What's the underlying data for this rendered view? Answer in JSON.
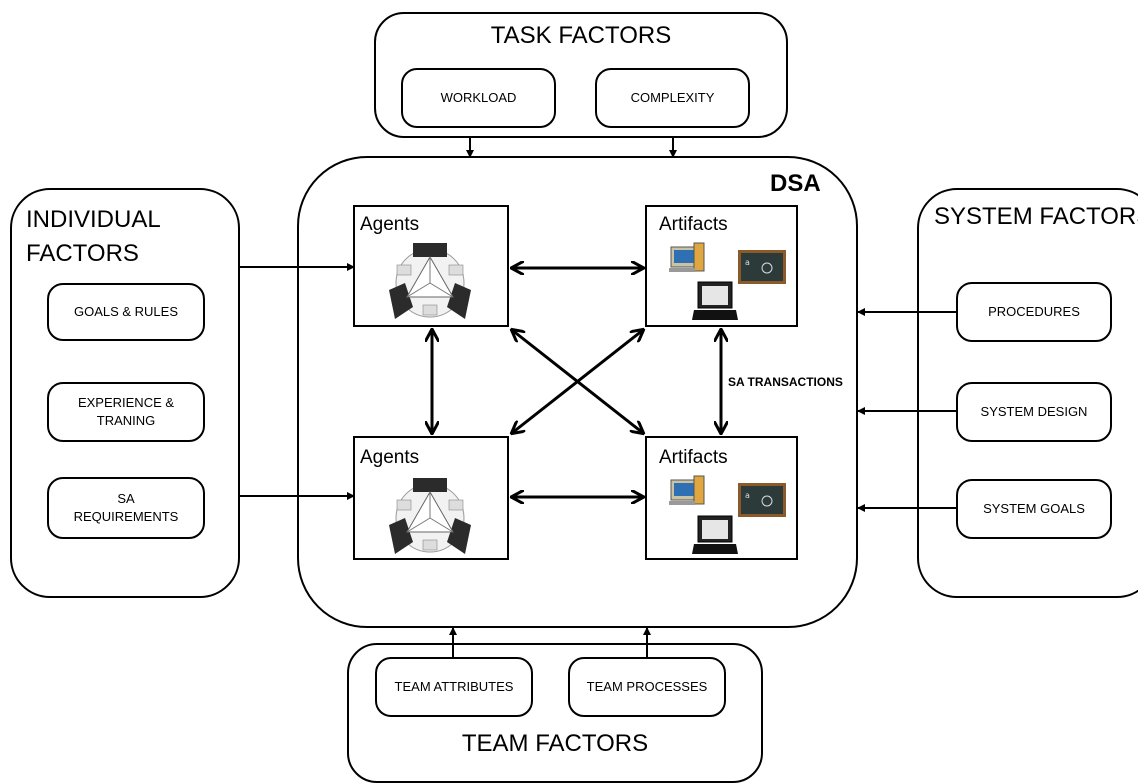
{
  "task_factors": {
    "title": "TASK FACTORS",
    "items": [
      "WORKLOAD",
      "COMPLEXITY"
    ]
  },
  "individual_factors": {
    "title_line1": "INDIVIDUAL",
    "title_line2": "FACTORS",
    "items": [
      "GOALS & RULES",
      "EXPERIENCE &",
      "TRANING",
      "SA",
      "REQUIREMENTS"
    ]
  },
  "system_factors": {
    "title": "SYSTEM FACTORS",
    "items": [
      "PROCEDURES",
      "SYSTEM DESIGN",
      "SYSTEM GOALS"
    ]
  },
  "team_factors": {
    "title": "TEAM FACTORS",
    "items": [
      "TEAM ATTRIBUTES",
      "TEAM PROCESSES"
    ]
  },
  "dsa": {
    "title": "DSA",
    "agents_label": "Agents",
    "artifacts_label": "Artifacts",
    "transactions_label": "SA TRANSACTIONS"
  },
  "icons": [
    "sa-wheel-icon",
    "desktop-computer-icon",
    "chalkboard-icon",
    "laptop-icon"
  ]
}
